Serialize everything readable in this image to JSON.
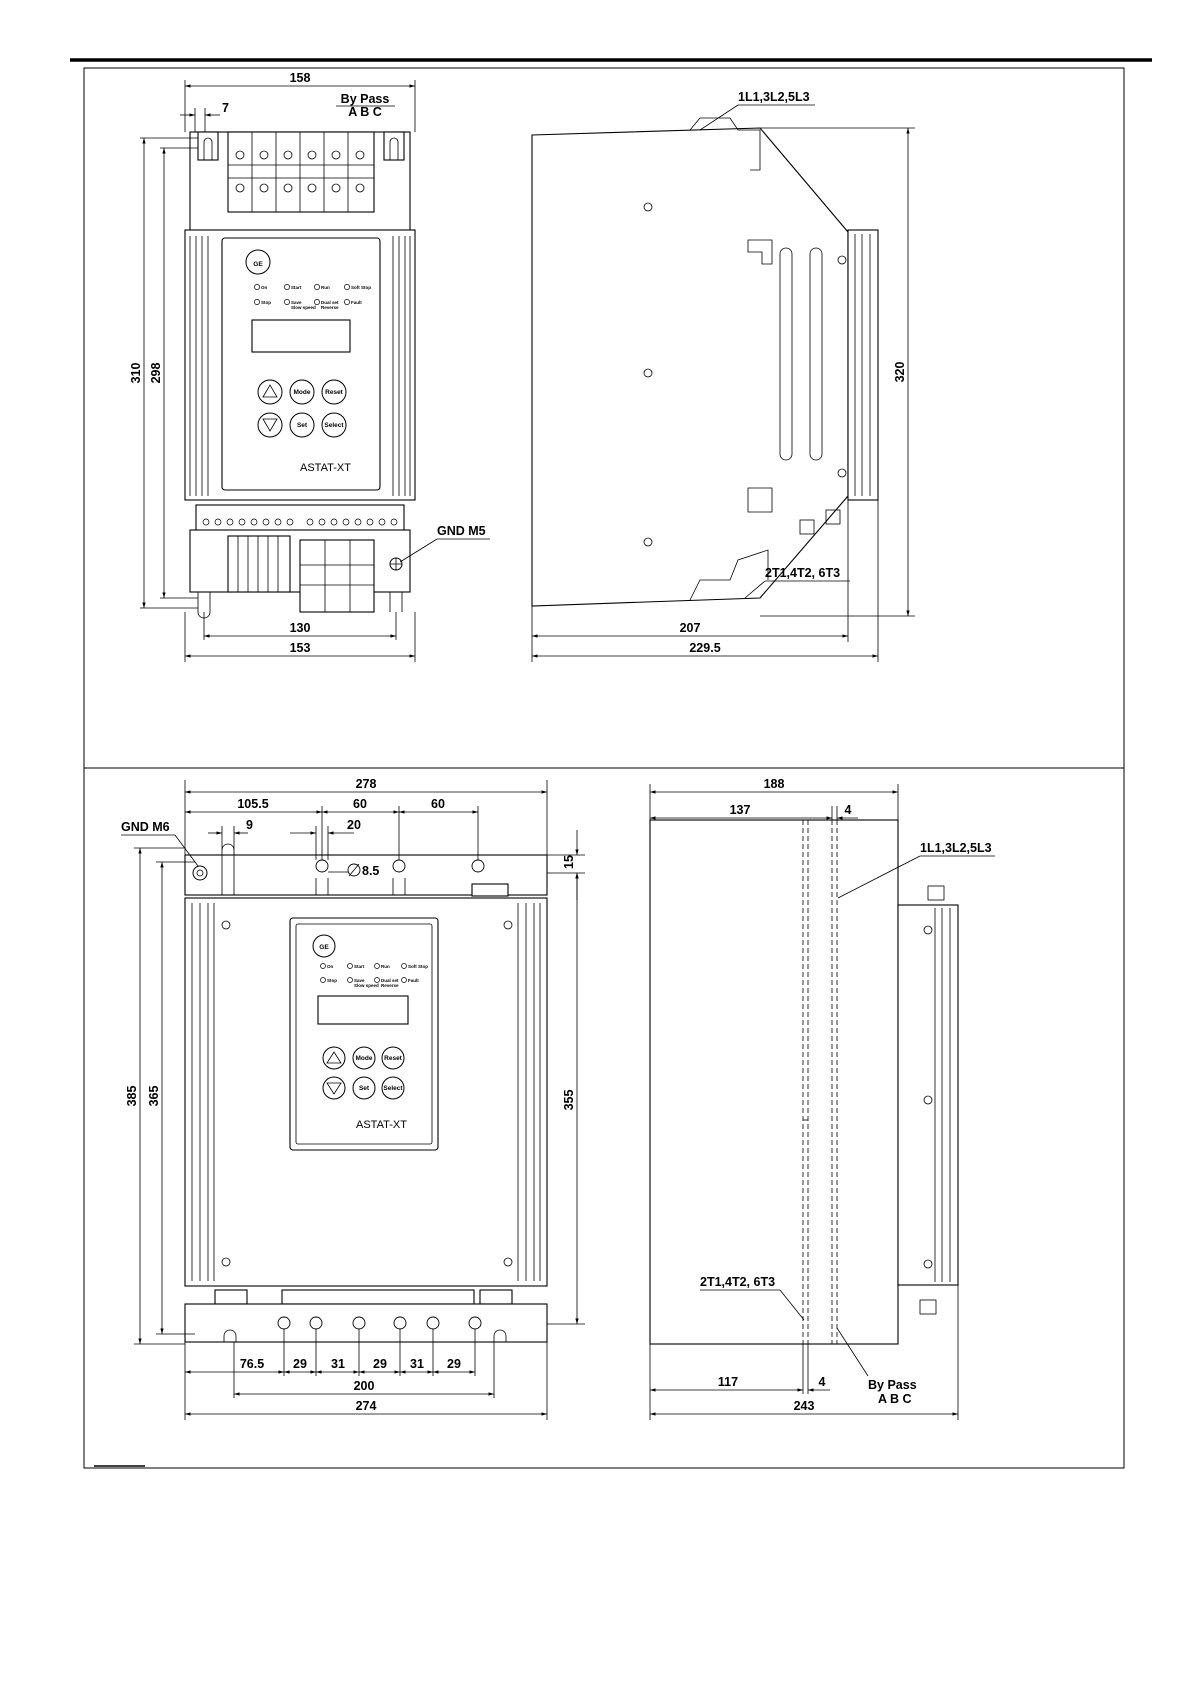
{
  "panel1": {
    "front": {
      "dims": {
        "width_top": "158",
        "bypass_pitch": "7",
        "height_total": "310",
        "height_inner": "298",
        "width_mount": "130",
        "width_base": "153"
      },
      "bypass_label_1": "By Pass",
      "bypass_label_2": "A B C",
      "gnd_label": "GND M5",
      "brand": "ASTAT-XT",
      "leds_row1": [
        "On",
        "Start",
        "Run",
        "Soft Stop"
      ],
      "leds_row2": [
        "Stop",
        "Save",
        "Dual set",
        "Fault"
      ],
      "leds_row2_sub": [
        "",
        "Slow speed",
        "Reverse",
        ""
      ],
      "buttons": [
        "Mode",
        "Reset",
        "Set",
        "Select"
      ]
    },
    "side": {
      "dims": {
        "height": "320",
        "depth_inner": "207",
        "depth_total": "229.5"
      },
      "line_label": "1L1,3L2,5L3",
      "load_label": "2T1,4T2, 6T3"
    }
  },
  "panel2": {
    "front": {
      "dims": {
        "width_top": "278",
        "offset_1": "105.5",
        "pitch_a": "60",
        "pitch_b": "60",
        "gnd_pitch": "9",
        "hole_pitch": "20",
        "hole_dia": "8.5",
        "height_total": "385",
        "height_inner": "365",
        "height_right": "355",
        "top_offset": "15",
        "bottom_1": "76.5",
        "bottom_2": "29",
        "bottom_3": "31",
        "bottom_4": "29",
        "bottom_5": "31",
        "bottom_6": "29",
        "width_mount": "200",
        "width_base": "274"
      },
      "gnd_label": "GND M6",
      "brand": "ASTAT-XT",
      "leds_row1": [
        "On",
        "Start",
        "Run",
        "Soft Stop"
      ],
      "leds_row2": [
        "Stop",
        "Save",
        "Dual set",
        "Fault"
      ],
      "leds_row2_sub": [
        "",
        "Slow speed",
        "Reverse",
        ""
      ],
      "buttons": [
        "Mode",
        "Reset",
        "Set",
        "Select"
      ]
    },
    "side": {
      "dims": {
        "width_top": "188",
        "offset_top": "137",
        "gap_top": "4",
        "offset_bottom": "117",
        "gap_bottom": "4",
        "depth_total": "243"
      },
      "line_label": "1L1,3L2,5L3",
      "load_label": "2T1,4T2, 6T3",
      "bypass_label_1": "By Pass",
      "bypass_label_2": "A B C"
    }
  }
}
